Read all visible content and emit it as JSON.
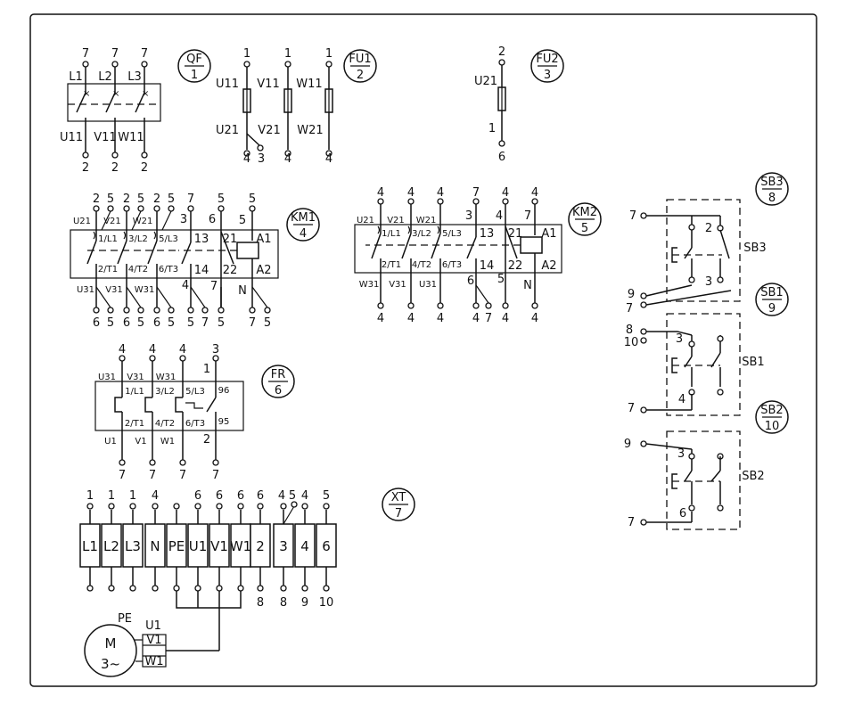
{
  "tags": [
    {
      "id": "QF",
      "top": "QF",
      "bottom": "1"
    },
    {
      "id": "FU1",
      "top": "FU1",
      "bottom": "2"
    },
    {
      "id": "FU2",
      "top": "FU2",
      "bottom": "3"
    },
    {
      "id": "KM1",
      "top": "KM1",
      "bottom": "4"
    },
    {
      "id": "KM2",
      "top": "KM2",
      "bottom": "5"
    },
    {
      "id": "FR",
      "top": "FR",
      "bottom": "6"
    },
    {
      "id": "XT",
      "top": "XT",
      "bottom": "7"
    },
    {
      "id": "SB3",
      "top": "SB3",
      "bottom": "8"
    },
    {
      "id": "SB1",
      "top": "SB1",
      "bottom": "9"
    },
    {
      "id": "SB2",
      "top": "SB2",
      "bottom": "10"
    }
  ],
  "qf": {
    "top": [
      "7",
      "7",
      "7"
    ],
    "poles": [
      "L1",
      "L2",
      "L3"
    ],
    "outs": [
      "U11",
      "V11",
      "W11"
    ],
    "bottom": [
      "2",
      "2",
      "2"
    ]
  },
  "fu1": {
    "top": [
      "1",
      "1",
      "1"
    ],
    "left": [
      "U11",
      "V11",
      "W11"
    ],
    "leftBottom": [
      "U21",
      "V21",
      "W21"
    ],
    "bottom": [
      "4",
      "3",
      "4",
      "4"
    ]
  },
  "fu2": {
    "top": "2",
    "label": "U21",
    "mid": "1",
    "bottom": "6"
  },
  "km1": {
    "top": [
      "2",
      "5",
      "2",
      "5",
      "2",
      "5",
      "7",
      "5",
      "5"
    ],
    "upper": [
      "U21",
      "V21",
      "W21",
      "3",
      "6",
      "5"
    ],
    "lines": [
      "1/L1",
      "3/L2",
      "5/L3",
      "13",
      "21",
      "A1"
    ],
    "tlines": [
      "2/T1",
      "4/T2",
      "6/T3",
      "14",
      "22",
      "A2"
    ],
    "lower": [
      "U31",
      "V31",
      "W31",
      "4",
      "7",
      "N"
    ],
    "bottom": [
      "6",
      "5",
      "6",
      "5",
      "6",
      "5",
      "5",
      "7",
      "5",
      "7",
      "5"
    ]
  },
  "km2": {
    "top": [
      "4",
      "4",
      "4",
      "7",
      "4",
      "4"
    ],
    "upper": [
      "U21",
      "V21",
      "W21",
      "3",
      "4",
      "7"
    ],
    "lines": [
      "1/L1",
      "3/L2",
      "5/L3",
      "13",
      "21",
      "A1"
    ],
    "tlines": [
      "2/T1",
      "4/T2",
      "6/T3",
      "14",
      "22",
      "A2"
    ],
    "lower": [
      "W31",
      "V31",
      "U31",
      "6",
      "5",
      "N"
    ],
    "bottom": [
      "4",
      "4",
      "4",
      "4",
      "7",
      "4",
      "4"
    ]
  },
  "fr": {
    "top": [
      "4",
      "4",
      "4",
      "3"
    ],
    "upper": [
      "U31",
      "V31",
      "W31",
      "1"
    ],
    "lines": [
      "1/L1",
      "3/L2",
      "5/L3",
      "96"
    ],
    "tlines": [
      "2/T1",
      "4/T2",
      "6/T3",
      "95"
    ],
    "lower": [
      "U1",
      "V1",
      "W1",
      "2"
    ],
    "bottom": [
      "7",
      "7",
      "7",
      "7"
    ]
  },
  "sb3": {
    "left": [
      "7",
      "9",
      "7"
    ],
    "nums": [
      "2",
      "3"
    ]
  },
  "sb1": {
    "left": [
      "8",
      "10",
      "7"
    ],
    "nums": [
      "3",
      "4"
    ]
  },
  "sb2": {
    "left": [
      "9",
      "7"
    ],
    "nums": [
      "3",
      "6"
    ]
  },
  "xt": {
    "top": [
      "1",
      "1",
      "1",
      "4",
      "6",
      "6",
      "6",
      "6",
      "4",
      "5",
      "4",
      "5"
    ],
    "cells": [
      "L1",
      "L2",
      "L3",
      "N",
      "PE",
      "U1",
      "V1",
      "W1",
      "2",
      "3",
      "4",
      "6"
    ],
    "bottom": [
      "8",
      "8",
      "9",
      "10"
    ]
  },
  "motor": {
    "pe": "PE",
    "u": "U1",
    "v": "V1",
    "w": "W1",
    "m": "M",
    "phase": "3~"
  }
}
